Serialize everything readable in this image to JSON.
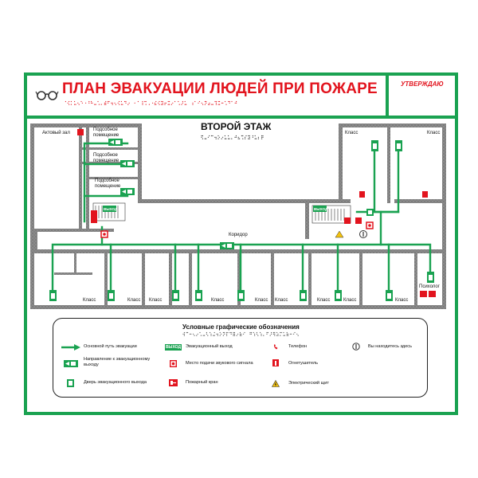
{
  "header": {
    "title": "ПЛАН ЭВАКУАЦИИ ЛЮДЕЙ ПРИ ПОЖАРЕ",
    "approve": "УТВЕРЖДАЮ"
  },
  "plan": {
    "floor_title": "ВТОРОЙ ЭТАЖ",
    "rooms": {
      "assembly_hall": "Актовый зал",
      "utility_1": "Подсобное помещение",
      "utility_2": "Подсобное помещение",
      "utility_3": "Подсобное помещение",
      "class_top_1": "Класс",
      "class_top_2": "Класс",
      "corridor": "Коридор",
      "psychologist": "Психолог",
      "class_b1": "Класс",
      "class_b2": "Класс",
      "class_b3": "Класс",
      "class_b4": "Класс",
      "class_b5": "Класс",
      "class_b6": "Класс",
      "class_b7": "Класс",
      "class_b8": "Класс",
      "class_b9": "Класс"
    },
    "exit_sign": "ВЫХОД"
  },
  "legend": {
    "title": "Условные графические обозначения",
    "items": {
      "main_route": "Основной путь эвакуации",
      "direction": "Направление к эвакуационному выходу",
      "door": "Дверь эвакуационного выхода",
      "exit": "Эвакуационный выход",
      "sound_alarm": "Место подачи звукового сигнала",
      "fire_hydrant": "Пожарный кран",
      "phone": "Телефон",
      "extinguisher": "Огнетушитель",
      "electrical_panel": "Электрический щит",
      "you_are_here": "Вы находитесь здесь"
    },
    "exit_badge": "ВЫХОД"
  },
  "colors": {
    "green": "#1aa251",
    "red": "#e2141e",
    "wall": "#6b6b6b",
    "yellow": "#f4c20d"
  }
}
